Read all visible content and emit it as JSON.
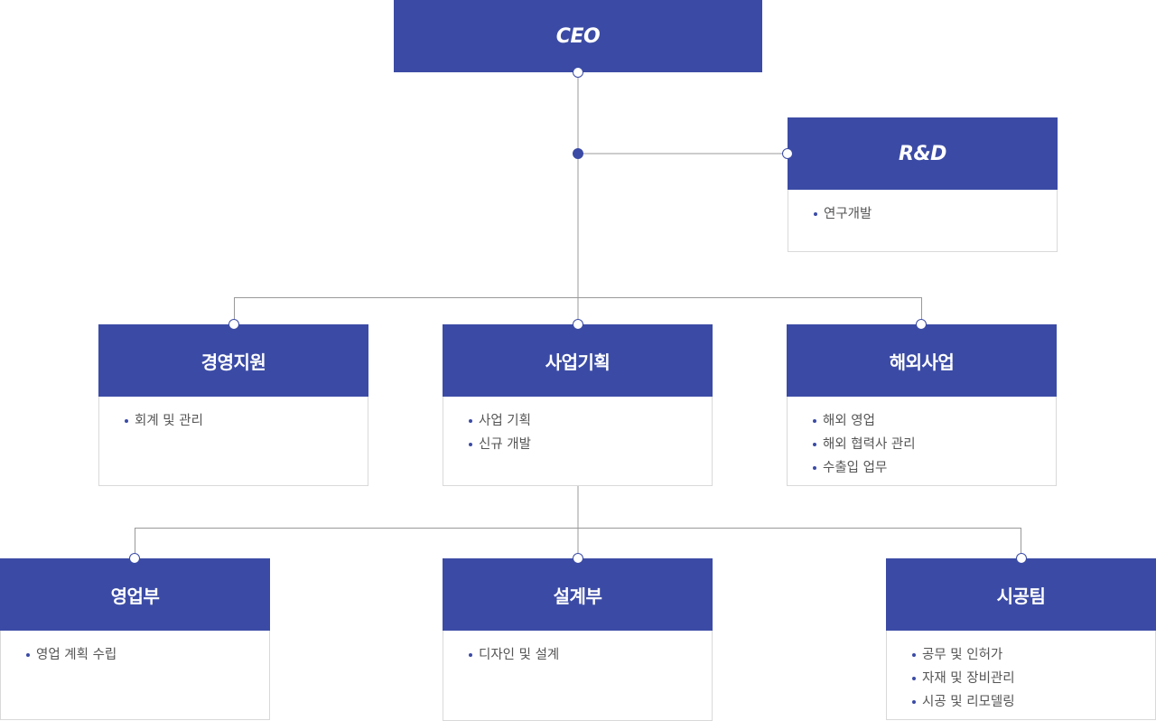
{
  "colors": {
    "header": "#3b4ba5",
    "line": "#999999",
    "border": "#d9d9d9",
    "text": "#555555"
  },
  "ceo": {
    "title": "CEO"
  },
  "rnd": {
    "title": "R&D",
    "items": [
      "연구개발"
    ]
  },
  "management": {
    "title": "경영지원",
    "items": [
      "회계 및 관리"
    ]
  },
  "planning": {
    "title": "사업기획",
    "items": [
      "사업 기획",
      "신규 개발"
    ]
  },
  "overseas": {
    "title": "해외사업",
    "items": [
      "해외 영업",
      "해외 협력사 관리",
      "수출입 업무"
    ]
  },
  "sales": {
    "title": "영업부",
    "items": [
      "영업 계획 수립"
    ]
  },
  "design": {
    "title": "설계부",
    "items": [
      "디자인 및 설계"
    ]
  },
  "construction": {
    "title": "시공팀",
    "items": [
      "공무 및 인허가",
      "자재 및 장비관리",
      "시공 및 리모델링"
    ]
  }
}
